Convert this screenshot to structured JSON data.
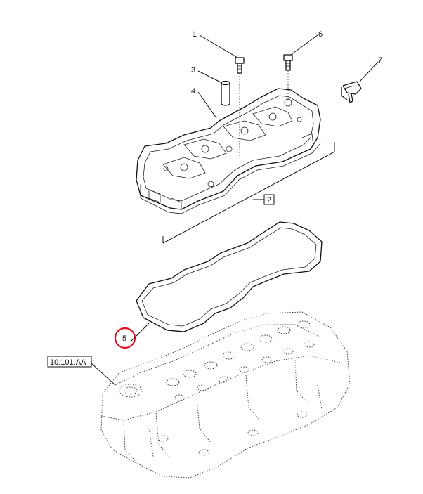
{
  "callouts": {
    "c1": "1",
    "c2": "2",
    "c3": "3",
    "c4": "4",
    "c5": "5",
    "c6": "6",
    "c7": "7"
  },
  "ref_box": "10.101.AA",
  "colors": {
    "ink": "#111111",
    "highlight": "#e0101e"
  }
}
